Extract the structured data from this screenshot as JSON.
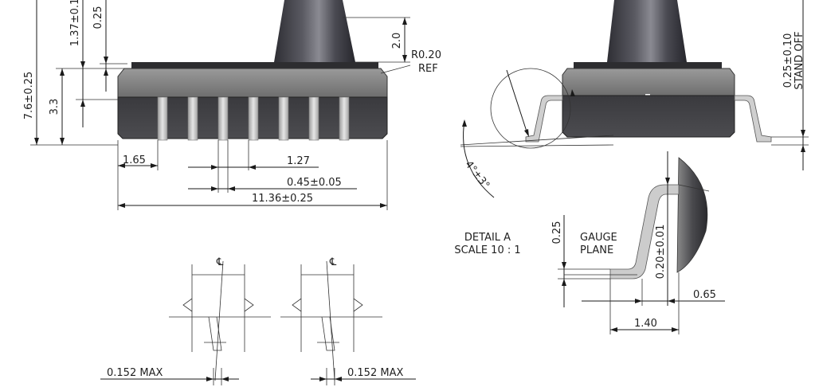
{
  "drawing": {
    "front_view": {
      "total_height": "7.6±0.25",
      "body_height": "3.3",
      "top_thickness": "1.37±0.1",
      "small_dim": "0.25",
      "port_height": "2.0",
      "fillet_radius": "R0.20",
      "fillet_ref": "REF",
      "edge_to_lead": "1.65",
      "pitch": "1.27",
      "lead_width": "0.45±0.05",
      "body_length": "11.36±0.25"
    },
    "side_view": {
      "standoff_value": "0.25±0.10",
      "standoff_label": "STAND OFF",
      "angle": "4°±3°"
    },
    "detail_a": {
      "title_line1": "DETAIL A",
      "title_line2": "SCALE 10 : 1",
      "gauge_line1": "GAUGE",
      "gauge_line2": "PLANE",
      "lead_thk_dim": "0.25",
      "gauge_height": "0.20±0.01",
      "foot_length": "0.65",
      "lead_span": "1.40"
    },
    "coplanarity": {
      "left_label": "0.152 MAX",
      "right_label": "0.152 MAX"
    }
  }
}
